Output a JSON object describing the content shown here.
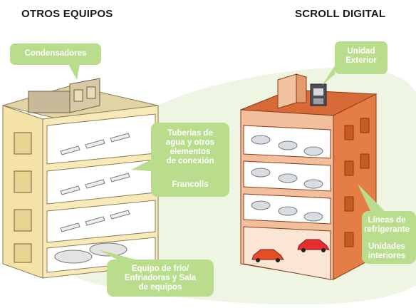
{
  "titles": {
    "left": "OTROS EQUIPOS",
    "right": "SCROLL DIGITAL"
  },
  "callouts": {
    "condensadores": "Condensadores",
    "unidad_exterior": "Unidad\nExterior",
    "tuberias": "Tuberías de\nagua y otros\nelementos\nde conexión",
    "francolis": "Francolis",
    "equipo_frio": "Equipo de frío/\nEnfriadoras y Sala\nde equipos",
    "lineas": "Líneas de\nrefrigerante",
    "unidades": "Unidades\ninteriores"
  },
  "colors": {
    "callout_green": "#b9dd8c",
    "background_blob": "#eef6e3",
    "left_building": "#f3e1a5",
    "right_building": "#e99566",
    "roof_orange": "#cd5f2e"
  }
}
